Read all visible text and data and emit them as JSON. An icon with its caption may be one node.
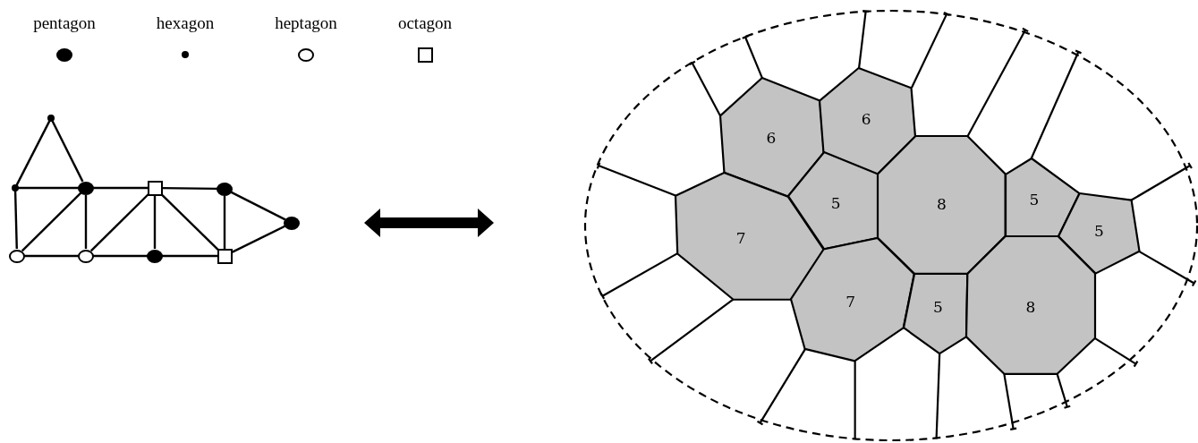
{
  "diagram": {
    "nodes": [
      {
        "text": [],
        "shape": "circle"
      },
      {
        "text": [],
        "shape": "circle"
      },
      {
        "text": [],
        "shape": "circle"
      },
      {
        "text": [],
        "shape": "box"
      },
      {
        "text": [],
        "shape": "circle"
      },
      {
        "text": [],
        "shape": "circle"
      },
      {
        "text": [],
        "shape": "circle"
      },
      {
        "text": [],
        "shape": "circle"
      },
      {
        "text": [],
        "shape": "circle"
      },
      {
        "text": [],
        "shape": "box"
      },
      {
        "text": [
          "6"
        ]
      },
      {
        "text": [
          "6"
        ]
      },
      {
        "text": [
          "7"
        ]
      },
      {
        "text": [
          "5"
        ]
      },
      {
        "text": [
          "8"
        ]
      },
      {
        "text": [
          "5"
        ]
      },
      {
        "text": [
          "5"
        ]
      },
      {
        "text": [
          "7"
        ]
      },
      {
        "text": [
          "5"
        ]
      },
      {
        "text": [
          "8"
        ]
      }
    ],
    "edges": [
      {
        "from": 0,
        "to": 1,
        "arrow": "none"
      },
      {
        "from": 0,
        "to": 2,
        "arrow": "none"
      },
      {
        "from": 1,
        "to": 2,
        "arrow": "none"
      },
      {
        "from": 2,
        "to": 3,
        "arrow": "none"
      },
      {
        "from": 3,
        "to": 4,
        "arrow": "none"
      },
      {
        "from": 1,
        "to": 6,
        "arrow": "none"
      },
      {
        "from": 2,
        "to": 7,
        "arrow": "none"
      },
      {
        "from": 3,
        "to": 8,
        "arrow": "none"
      },
      {
        "from": 4,
        "to": 9,
        "arrow": "none"
      },
      {
        "from": 6,
        "to": 2,
        "arrow": "none"
      },
      {
        "from": 7,
        "to": 3,
        "arrow": "none"
      },
      {
        "from": 3,
        "to": 9,
        "arrow": "none"
      },
      {
        "from": 4,
        "to": 5,
        "arrow": "none"
      },
      {
        "from": 9,
        "to": 5,
        "arrow": "none"
      },
      {
        "from": 6,
        "to": 7,
        "arrow": "none"
      },
      {
        "from": 7,
        "to": 8,
        "arrow": "none"
      },
      {
        "from": 8,
        "to": 9,
        "arrow": "none"
      }
    ],
    "legend": [
      {
        "text": "pentagon"
      },
      {
        "text": "hexagon"
      },
      {
        "text": "heptagon"
      },
      {
        "text": "octagon"
      }
    ]
  }
}
